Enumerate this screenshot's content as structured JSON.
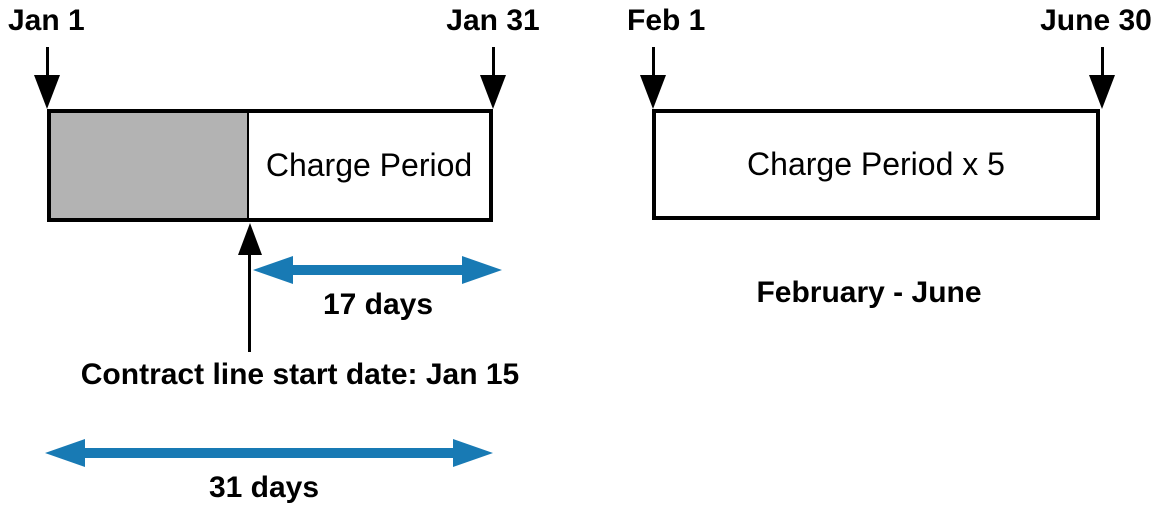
{
  "title": "Charge period proration diagram",
  "palette": {
    "arrow_blue": "#187AB4",
    "gray_fill": "#B3B3B3",
    "line_black": "#000000",
    "background": "#FFFFFF"
  },
  "january": {
    "start_date_label": "Jan 1",
    "end_date_label": "Jan 31",
    "bar_label": "Charge Period",
    "contract_start_label": "Contract line start date: Jan 15",
    "charged_span_label": "17 days",
    "full_span_label": "31 days"
  },
  "feb_june": {
    "start_date_label": "Feb 1",
    "end_date_label": "June 30",
    "bar_label": "Charge Period x 5",
    "caption": "February - June"
  }
}
